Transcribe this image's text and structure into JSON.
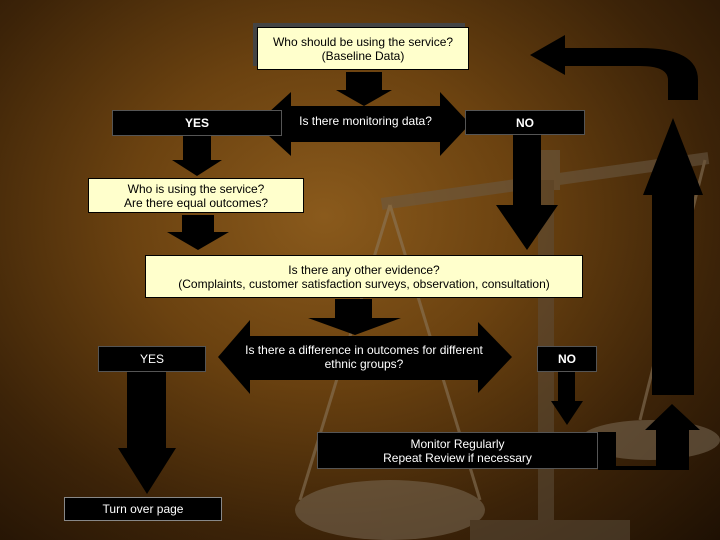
{
  "nodes": {
    "who_should": {
      "lines": [
        "Who should be using the service?",
        "(Baseline Data)"
      ]
    },
    "monitoring_q": {
      "lines": [
        "Is there monitoring data?"
      ]
    },
    "yes_top": {
      "label": "YES"
    },
    "no_top": {
      "label": "NO"
    },
    "who_using": {
      "lines": [
        "Who is using the service?",
        "Are there equal outcomes?"
      ]
    },
    "other_evidence": {
      "lines": [
        "Is there any other evidence?",
        "(Complaints, customer satisfaction surveys, observation, consultation)"
      ]
    },
    "difference_q": {
      "lines": [
        "Is there a difference in outcomes for different",
        "ethnic groups?"
      ]
    },
    "yes_bottom": {
      "label": "YES"
    },
    "no_bottom": {
      "label": "NO"
    },
    "monitor": {
      "lines": [
        "Monitor Regularly",
        "Repeat Review if necessary"
      ]
    },
    "turn_over": {
      "label": "Turn over page"
    }
  },
  "colors": {
    "box_fill": "#ffffcc",
    "arrow_fill": "#000000",
    "text_on_dark": "#ffffff",
    "background_center": "#8a5a1c",
    "background_edge": "#1e1003"
  }
}
